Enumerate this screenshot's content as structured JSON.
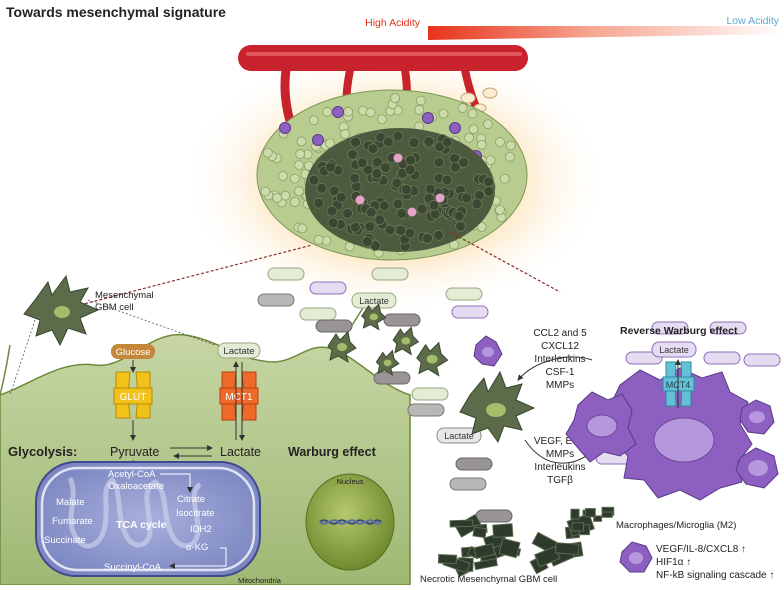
{
  "title": "Towards mesenchymal signature",
  "acidity": {
    "high": "High Acidity",
    "low": "Low Acidity"
  },
  "cells": {
    "mesenchymal": [
      "Mesenchymal",
      "GBM cell"
    ],
    "necrotic": "Necrotic Mesenchymal GBM cell",
    "macrophages": "Macrophages/Microglia (M2)"
  },
  "transporters": {
    "glucose": "Glucose",
    "glut": "GLUT",
    "lactate": "Lactate",
    "mct1": "MCT1",
    "mct4": "MCT4"
  },
  "glycolysis": {
    "label": "Glycolysis:",
    "pyruvate": "Pyruvate",
    "lactate": "Lactate",
    "warburg": "Warburg effect"
  },
  "mitochondria": {
    "label": "Mitochondria",
    "acetyl_coa": "Acetyl-CoA",
    "oxaloacetate": "Oxaloacetate",
    "citrate": "Citrate",
    "isocitrate": "Isocitrate",
    "idh2": "IDH2",
    "akg": "α-KG",
    "succinyl_coa": "Succinyl-CoA",
    "succinate": "Succinate",
    "fumarate": "Fumarate",
    "malate": "Malate",
    "tca": "TCA cycle"
  },
  "nucleus": "Nucleus",
  "lactate_pill": "Lactate",
  "reverse_warburg": "Reverse Warburg effect",
  "factors_out": [
    "CCL2 and 5",
    "CXCL12",
    "Interleukins",
    "CSF-1",
    "MMPs"
  ],
  "factors_in": [
    "VEGF, EGF",
    "MMPs",
    "Interleukins",
    "TGFβ"
  ],
  "signals": [
    "VEGF/IL-8/CXCL8 ↑",
    "HIF1α ↑",
    "NF-kB signaling cascade ↑"
  ],
  "colors": {
    "vessel": "#c8232c",
    "tumor_green": "#5d6b4a",
    "cell_green": "#98b46a",
    "macrophage": "#8c5fc0",
    "glut": "#f3c21a",
    "mct1": "#ef6a2a",
    "mct4": "#63c0d6",
    "mito": "#6c77b4",
    "high_acid": "#e7331c",
    "low_acid": "#5aa9d6"
  }
}
